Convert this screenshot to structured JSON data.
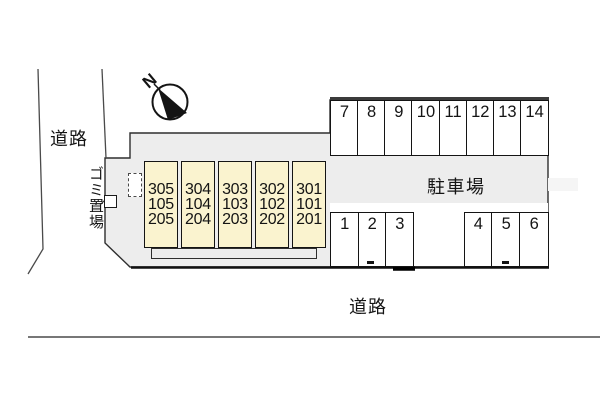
{
  "site": {
    "north_label": "N",
    "labels": {
      "road_left": "道路",
      "road_bottom": "道路",
      "garbage_area": "ゴミ置場"
    }
  },
  "building": {
    "units": [
      {
        "floors": [
          "305",
          "105",
          "205"
        ]
      },
      {
        "floors": [
          "304",
          "104",
          "204"
        ]
      },
      {
        "floors": [
          "303",
          "103",
          "203"
        ]
      },
      {
        "floors": [
          "302",
          "102",
          "202"
        ]
      },
      {
        "floors": [
          "301",
          "101",
          "201"
        ]
      }
    ]
  },
  "parking": {
    "label": "駐車場",
    "top_row": [
      "7",
      "8",
      "9",
      "10",
      "11",
      "12",
      "13",
      "14"
    ],
    "bottom_left_row": [
      "1",
      "2",
      "3"
    ],
    "bottom_right_row": [
      "4",
      "5",
      "6"
    ]
  },
  "colors": {
    "building_fill": "#faf3cf",
    "site_fill": "#ededed",
    "extension_fill": "#f5f5f5",
    "line_dark": "#141414",
    "wall_line": "#3b3b3b",
    "road_line": "#4a4a4a"
  }
}
